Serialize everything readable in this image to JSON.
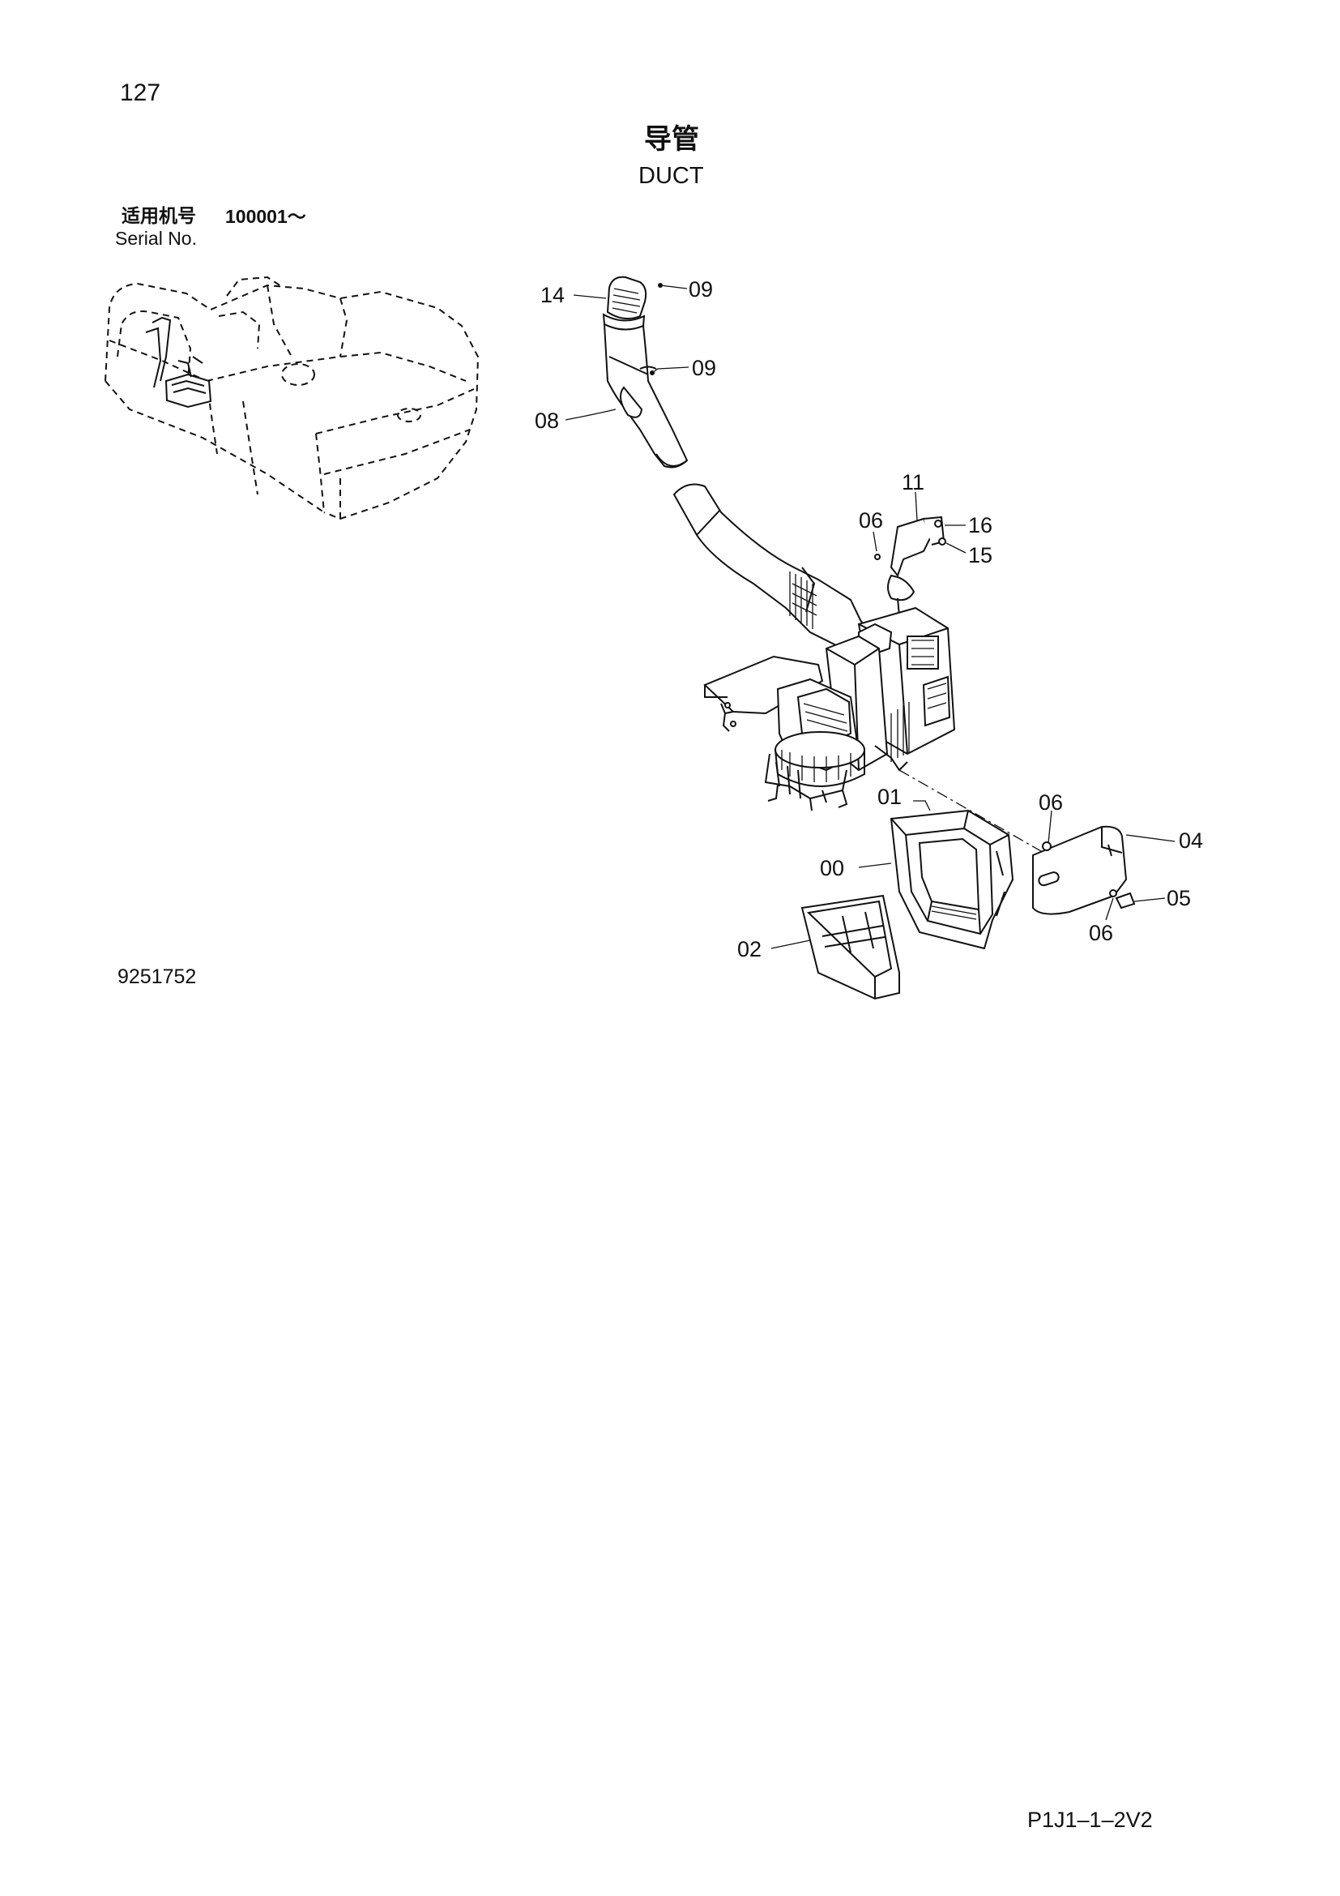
{
  "page_number": "127",
  "title_cn": "导管",
  "title_en": "DUCT",
  "serial": {
    "label_cn": "适用机号",
    "value": "100001～",
    "label_en": "Serial No."
  },
  "drawing_number": "9251752",
  "page_code": "P1J1–1–2V2",
  "callouts": {
    "c14": "14",
    "c09a": "09",
    "c09b": "09",
    "c08": "08",
    "c11": "11",
    "c06a": "06",
    "c16": "16",
    "c15": "15",
    "c01": "01",
    "c06b": "06",
    "c04": "04",
    "c00": "00",
    "c05": "05",
    "c06c": "06",
    "c02": "02"
  }
}
